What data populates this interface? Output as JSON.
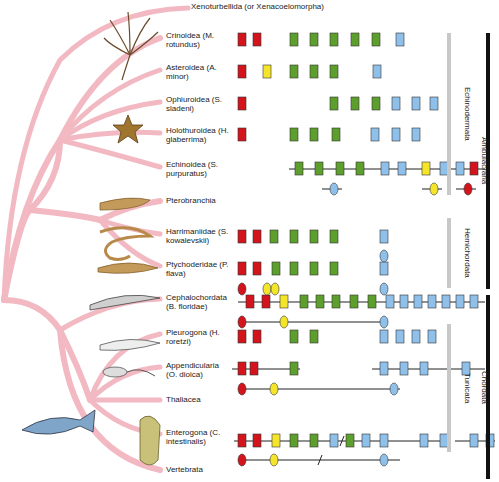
{
  "diagram": {
    "labels": [
      "Xenoturbellida (or Xenacoelomorpha)",
      "Crinoidea (M. rotundus)",
      "Asteroidea (A. minor)",
      "Ophiuroidea (S. sladeni)",
      "Holothuroidea (H. glaberrima)",
      "Echinoidea (S. purpuratus)",
      "Pterobranchia",
      "Harrimaniidae (S. kowalevskii)",
      "Ptychoderidae (P. flava)",
      "Cephalochordata (B. floridae)",
      "Pleurogona (H. roretzi)",
      "Appendicularia (O. dioica)",
      "Thaliacea",
      "Enterogona (C. intestinalis)",
      "Vertebrata",
      "Echinodermata",
      "Hemichordata",
      "Tunicata",
      "Ambulacraria",
      "Chordata"
    ]
  }
}
